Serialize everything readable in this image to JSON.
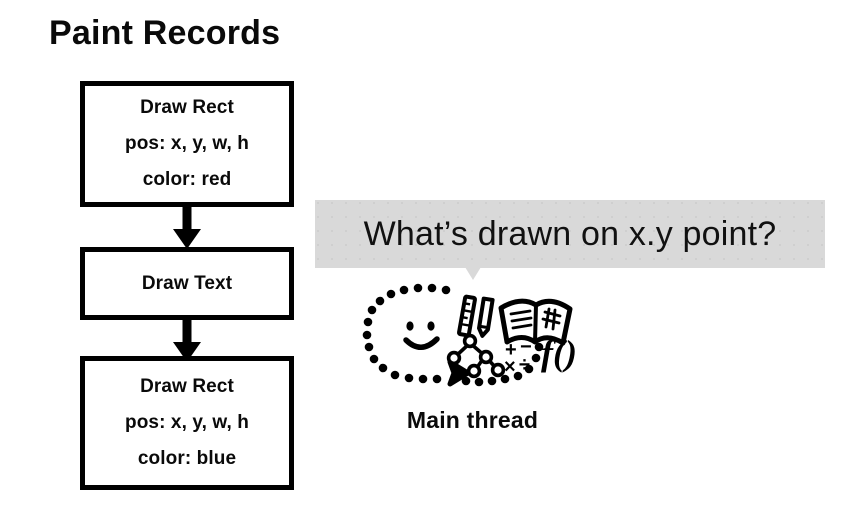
{
  "slide": {
    "title": "Paint Records",
    "background_color": "#ffffff",
    "ink_color": "#000000"
  },
  "paint_records": {
    "boxes": [
      {
        "id": "draw-rect-red",
        "lines": [
          "Draw Rect",
          "pos: x, y, w, h",
          "color: red"
        ]
      },
      {
        "id": "draw-text",
        "lines": [
          "Draw Text"
        ]
      },
      {
        "id": "draw-rect-blue",
        "lines": [
          "Draw Rect",
          "pos: x, y, w, h",
          "color: blue"
        ]
      }
    ],
    "connectors": [
      {
        "id": "arrow-1",
        "from": "draw-rect-red",
        "to": "draw-text"
      },
      {
        "id": "arrow-2",
        "from": "draw-text",
        "to": "draw-rect-blue"
      }
    ]
  },
  "query": {
    "bubble_text": "What’s drawn on x.y point?",
    "bubble_fill": "#d9d9d9",
    "bubble_tail_direction": "down"
  },
  "actor": {
    "label": "Main thread",
    "doodle_elements": [
      "dotted-loop",
      "smiley-face",
      "chevron-arrow",
      "ruler",
      "pencil",
      "open-book",
      "tree-graph",
      "math-symbols",
      "function-notation"
    ],
    "math_symbols": [
      "+",
      "−",
      "×",
      "÷"
    ],
    "function_notation": "f()"
  }
}
